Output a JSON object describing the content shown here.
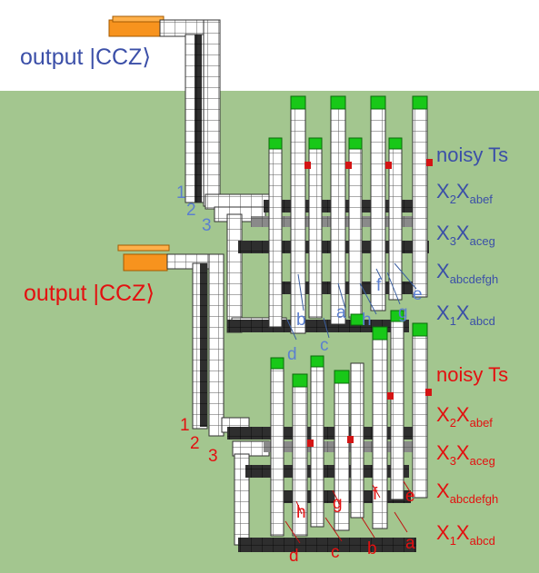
{
  "colors": {
    "sky": "#ffffff",
    "ground": "#a3c68f",
    "blue_label": "#3b4fa8",
    "light_blue_label": "#5b7fd0",
    "red_label": "#e31010",
    "output_block": "#f7931e",
    "t_state": "#18c818",
    "injection": "#d41414",
    "cube_white": "#ffffff",
    "cube_dark": "#2d2d2d"
  },
  "top_module": {
    "output_label": "output |CCZ⟩",
    "input_numbers": [
      "1",
      "2",
      "3"
    ],
    "stabilizers": {
      "noisy": "noisy Ts",
      "x2": {
        "base": "X",
        "num": "2",
        "letter": "X",
        "sub": "abef"
      },
      "x3": {
        "base": "X",
        "num": "3",
        "letter": "X",
        "sub": "aceg"
      },
      "xall": {
        "letter": "X",
        "sub": "abcdefgh"
      },
      "x1": {
        "base": "X",
        "num": "1",
        "letter": "X",
        "sub": "abcd"
      }
    },
    "qubit_letters": [
      "a",
      "b",
      "c",
      "d",
      "e",
      "f",
      "g",
      "h"
    ]
  },
  "bottom_module": {
    "output_label": "output |CCZ⟩",
    "input_numbers": [
      "1",
      "2",
      "3"
    ],
    "stabilizers": {
      "noisy": "noisy Ts",
      "x2": {
        "base": "X",
        "num": "2",
        "letter": "X",
        "sub": "abef"
      },
      "x3": {
        "base": "X",
        "num": "3",
        "letter": "X",
        "sub": "aceg"
      },
      "xall": {
        "letter": "X",
        "sub": "abcdefgh"
      },
      "x1": {
        "base": "X",
        "num": "1",
        "letter": "X",
        "sub": "abcd"
      }
    },
    "qubit_letters": [
      "a",
      "b",
      "c",
      "d",
      "e",
      "f",
      "g",
      "h"
    ]
  }
}
